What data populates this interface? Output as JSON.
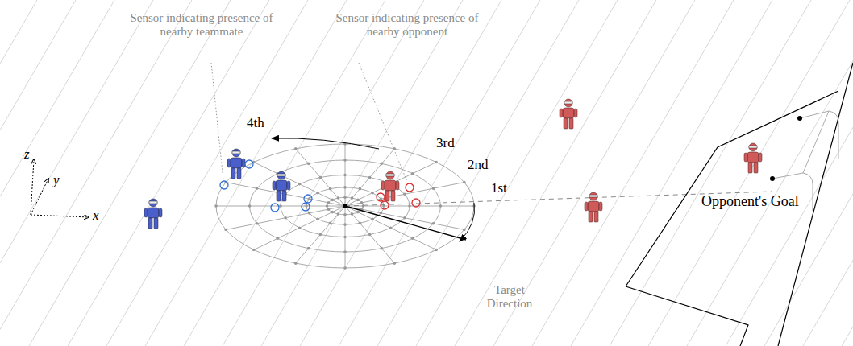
{
  "diagram": {
    "labels": [
      "Sensor indicating presence of nearby teammate",
      "Sensor indicating presence of nearby opponent",
      "4th",
      "3rd",
      "2nd",
      "1st",
      "Target Direction",
      "Opponent's Goal",
      "x",
      "y",
      "z"
    ]
  }
}
